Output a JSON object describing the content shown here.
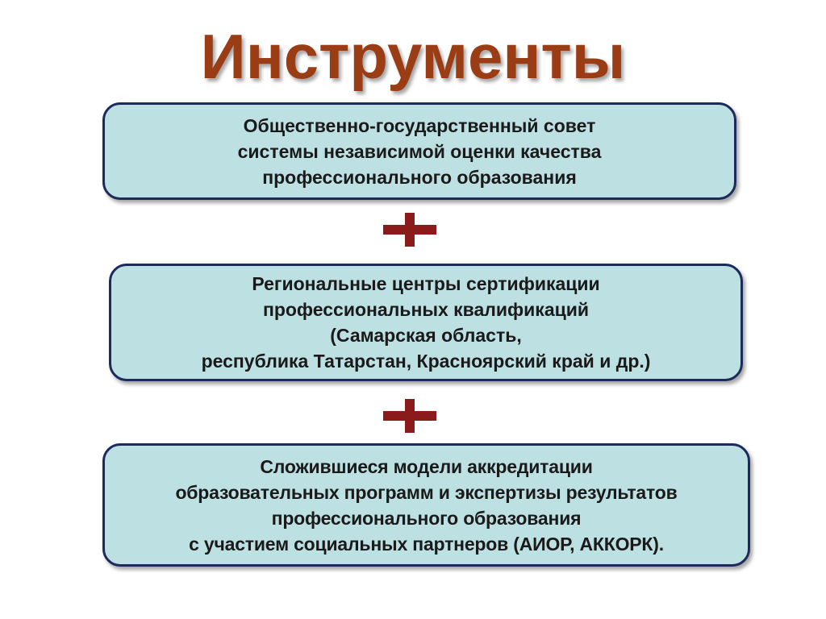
{
  "title": "Инструменты",
  "boxes": [
    {
      "lines": [
        "Общественно-государственный совет",
        "системы независимой оценки качества",
        "профессионального образования"
      ]
    },
    {
      "lines": [
        "Региональные центры сертификации",
        "профессиональных квалификаций",
        "(Самарская область,",
        "республика Татарстан, Красноярский край и др.)"
      ]
    },
    {
      "lines": [
        "Сложившиеся модели аккредитации",
        "образовательных программ и экспертизы результатов",
        "профессионального образования",
        "с участием социальных партнеров (АИОР, АККОРК)."
      ]
    }
  ],
  "connectors": [
    "plus-icon",
    "plus-icon"
  ],
  "colors": {
    "title": "#9b3d14",
    "box_fill": "#bde0e3",
    "box_border": "#1d2a5c",
    "plus": "#8b1a1a"
  }
}
